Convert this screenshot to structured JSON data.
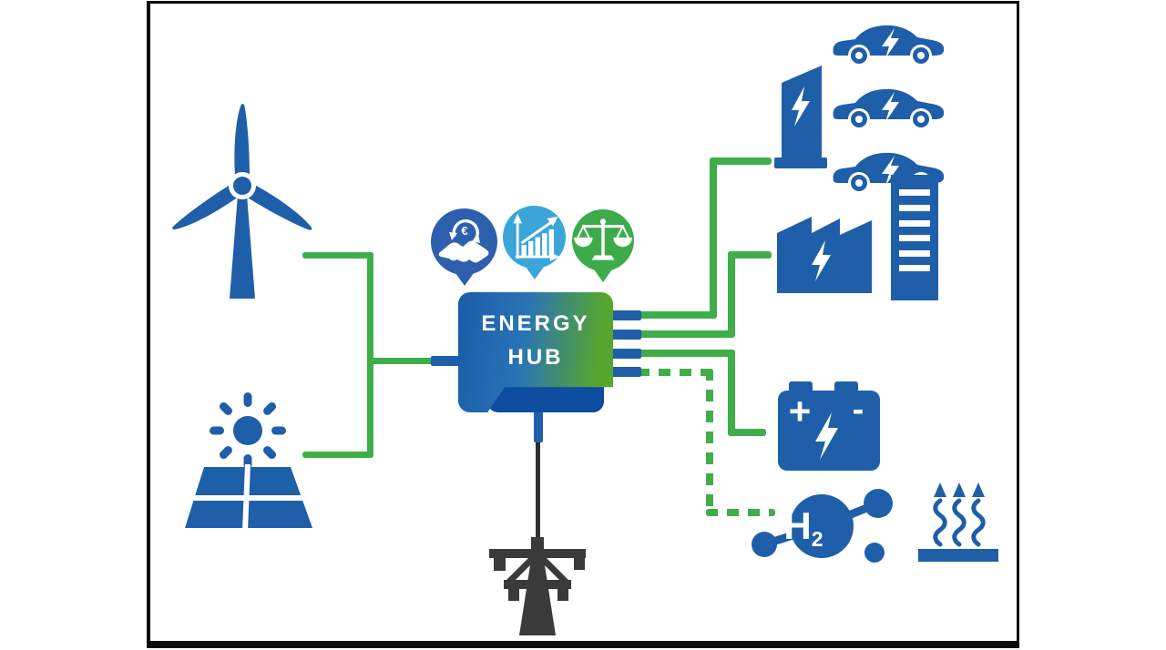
{
  "diagram": {
    "type": "energy-hub-concept-diagram",
    "hub": {
      "title_line1": "ENERGY",
      "title_line2": "HUB"
    },
    "bubbles": [
      {
        "name": "trade-finance-handshake",
        "symbol": "€",
        "color": "#2e5fae"
      },
      {
        "name": "analytics-growth-chart",
        "color": "#3ba5d8"
      },
      {
        "name": "market-balance-scales",
        "color": "#3dab49"
      }
    ],
    "sources": [
      {
        "name": "wind-turbine"
      },
      {
        "name": "solar-panel"
      }
    ],
    "outputs": [
      {
        "name": "ev-charging-station"
      },
      {
        "name": "industry-factory-building"
      },
      {
        "name": "battery-storage",
        "plus": "+",
        "minus": "-"
      },
      {
        "name": "hydrogen-molecule",
        "formula_main": "H",
        "formula_sub": "2"
      },
      {
        "name": "heat-delivery"
      },
      {
        "name": "power-grid-tower"
      }
    ],
    "colors": {
      "primary_blue": "#1f5fa9",
      "hub_gradient_start": "#1a5caa",
      "hub_gradient_end": "#56a62d",
      "hub_shadow_blue": "#0d4c9e",
      "line_green": "#3fae49",
      "tower_black": "#3a3a3a"
    }
  }
}
